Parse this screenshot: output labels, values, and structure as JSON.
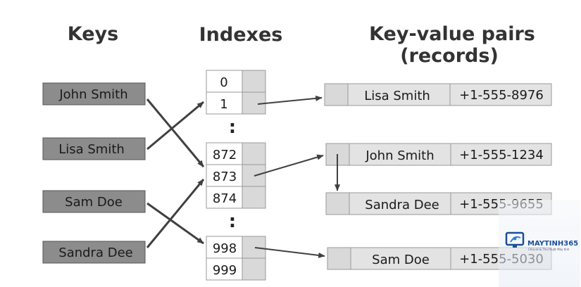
{
  "headers": {
    "keys": "Keys",
    "indexes": "Indexes",
    "pairs_line1": "Key-value pairs",
    "pairs_line2": "(records)"
  },
  "keys": [
    "John Smith",
    "Lisa Smith",
    "Sam Doe",
    "Sandra Dee"
  ],
  "index_groups": [
    [
      "0",
      "1"
    ],
    [
      "872",
      "873",
      "874"
    ],
    [
      "998",
      "999"
    ]
  ],
  "ellipsis": ":",
  "records": [
    {
      "name": "Lisa Smith",
      "phone": "+1-555-8976"
    },
    {
      "name": "John Smith",
      "phone": "+1-555-1234"
    },
    {
      "name": "Sandra Dee",
      "phone": "+1-555-9655"
    },
    {
      "name": "Sam Doe",
      "phone": "+1-555-5030"
    }
  ],
  "watermark": {
    "brand": "MAYTINH365",
    "tagline": "Chia sẻ & Thủ thuật Máy tính"
  },
  "colors": {
    "key_fill": "#8c8c8c",
    "key_stroke": "#555555",
    "cell_fill": "#ffffff",
    "slot_fill": "#d9d9d9",
    "record_fill": "#e3e3e3",
    "stroke": "#999999",
    "arrow": "#404040"
  }
}
